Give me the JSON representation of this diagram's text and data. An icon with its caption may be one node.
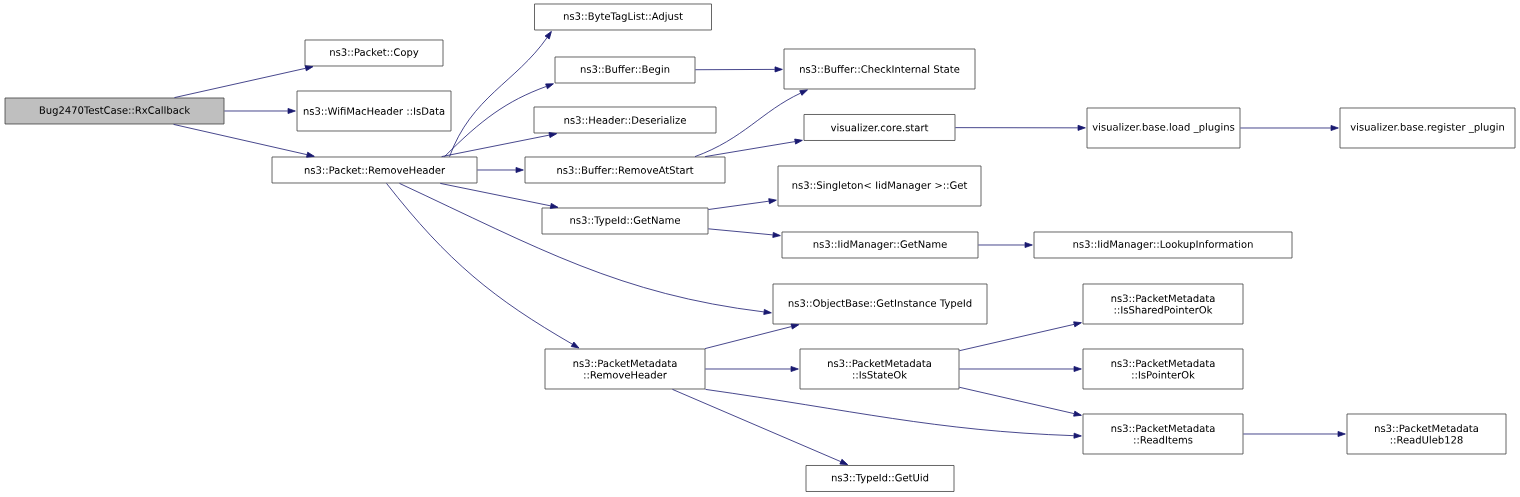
{
  "diagram": {
    "nodes": [
      {
        "text": [
          "Bug2470TestCase::RxCallback"
        ]
      },
      {
        "text": [
          "ns3::Packet::Copy"
        ]
      },
      {
        "text": [
          "ns3::WifiMacHeader ::IsData"
        ]
      },
      {
        "text": [
          "ns3::Packet::RemoveHeader"
        ]
      },
      {
        "text": [
          "ns3::ByteTagList::Adjust"
        ]
      },
      {
        "text": [
          "ns3::Buffer::Begin"
        ]
      },
      {
        "text": [
          "ns3::Header::Deserialize"
        ]
      },
      {
        "text": [
          "ns3::Buffer::RemoveAtStart"
        ]
      },
      {
        "text": [
          "ns3::TypeId::GetName"
        ]
      },
      {
        "text": [
          "ns3::PacketMetadata ::RemoveHeader"
        ]
      },
      {
        "text": [
          "ns3::Buffer::CheckInternal State"
        ]
      },
      {
        "text": [
          "visualizer.core.start"
        ]
      },
      {
        "text": [
          "ns3::Singleton< IidManager >::Get"
        ]
      },
      {
        "text": [
          "ns3::IidManager::GetName"
        ]
      },
      {
        "text": [
          "ns3::ObjectBase::GetInstance TypeId"
        ]
      },
      {
        "text": [
          "ns3::PacketMetadata ::IsStateOk"
        ]
      },
      {
        "text": [
          "ns3::TypeId::GetUid"
        ]
      },
      {
        "text": [
          "visualizer.base.load _plugins"
        ]
      },
      {
        "text": [
          "visualizer.base.register _plugin"
        ]
      },
      {
        "text": [
          "ns3::IidManager::LookupInformation"
        ]
      },
      {
        "text": [
          "ns3::PacketMetadata ::IsSharedPointerOk"
        ]
      },
      {
        "text": [
          "ns3::PacketMetadata ::IsPointerOk"
        ]
      },
      {
        "text": [
          "ns3::PacketMetadata ::ReadItems"
        ]
      },
      {
        "text": [
          "ns3::PacketMetadata ::ReadUleb128"
        ]
      }
    ],
    "edges": [
      {
        "from": 0,
        "to": 1,
        "arrow": "to"
      },
      {
        "from": 0,
        "to": 2,
        "arrow": "to"
      },
      {
        "from": 0,
        "to": 3,
        "arrow": "to"
      },
      {
        "from": 3,
        "to": 4,
        "arrow": "to"
      },
      {
        "from": 3,
        "to": 5,
        "arrow": "to"
      },
      {
        "from": 3,
        "to": 6,
        "arrow": "to"
      },
      {
        "from": 3,
        "to": 7,
        "arrow": "to"
      },
      {
        "from": 3,
        "to": 8,
        "arrow": "to"
      },
      {
        "from": 3,
        "to": 14,
        "arrow": "to"
      },
      {
        "from": 3,
        "to": 9,
        "arrow": "to"
      },
      {
        "from": 5,
        "to": 10,
        "arrow": "to"
      },
      {
        "from": 7,
        "to": 10,
        "arrow": "to"
      },
      {
        "from": 7,
        "to": 11,
        "arrow": "to"
      },
      {
        "from": 11,
        "to": 17,
        "arrow": "to"
      },
      {
        "from": 17,
        "to": 18,
        "arrow": "to"
      },
      {
        "from": 8,
        "to": 12,
        "arrow": "to"
      },
      {
        "from": 8,
        "to": 13,
        "arrow": "to"
      },
      {
        "from": 13,
        "to": 19,
        "arrow": "to"
      },
      {
        "from": 9,
        "to": 14,
        "arrow": "to"
      },
      {
        "from": 9,
        "to": 15,
        "arrow": "to"
      },
      {
        "from": 9,
        "to": 22,
        "arrow": "to"
      },
      {
        "from": 9,
        "to": 16,
        "arrow": "to"
      },
      {
        "from": 15,
        "to": 20,
        "arrow": "to"
      },
      {
        "from": 15,
        "to": 21,
        "arrow": "to"
      },
      {
        "from": 15,
        "to": 22,
        "arrow": "to"
      },
      {
        "from": 22,
        "to": 23,
        "arrow": "to"
      }
    ]
  }
}
